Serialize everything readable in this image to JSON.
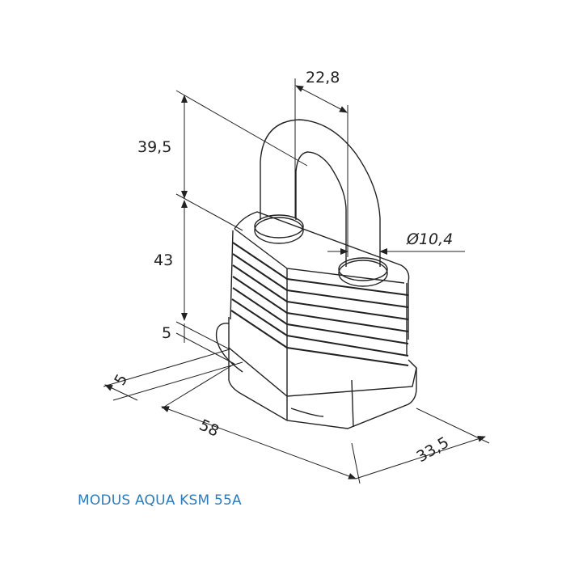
{
  "title": "MODUS AQUA KSM 55A",
  "dimensions": {
    "shackle_clearance_height": "39,5",
    "body_height": "43",
    "base_offset": "5",
    "shackle_width": "22,8",
    "shackle_diameter": "Ø10,4",
    "side_offset": "5",
    "body_width": "58",
    "body_depth": "33,5"
  },
  "colors": {
    "label": "#2f7ab8",
    "lines": "#222222"
  }
}
